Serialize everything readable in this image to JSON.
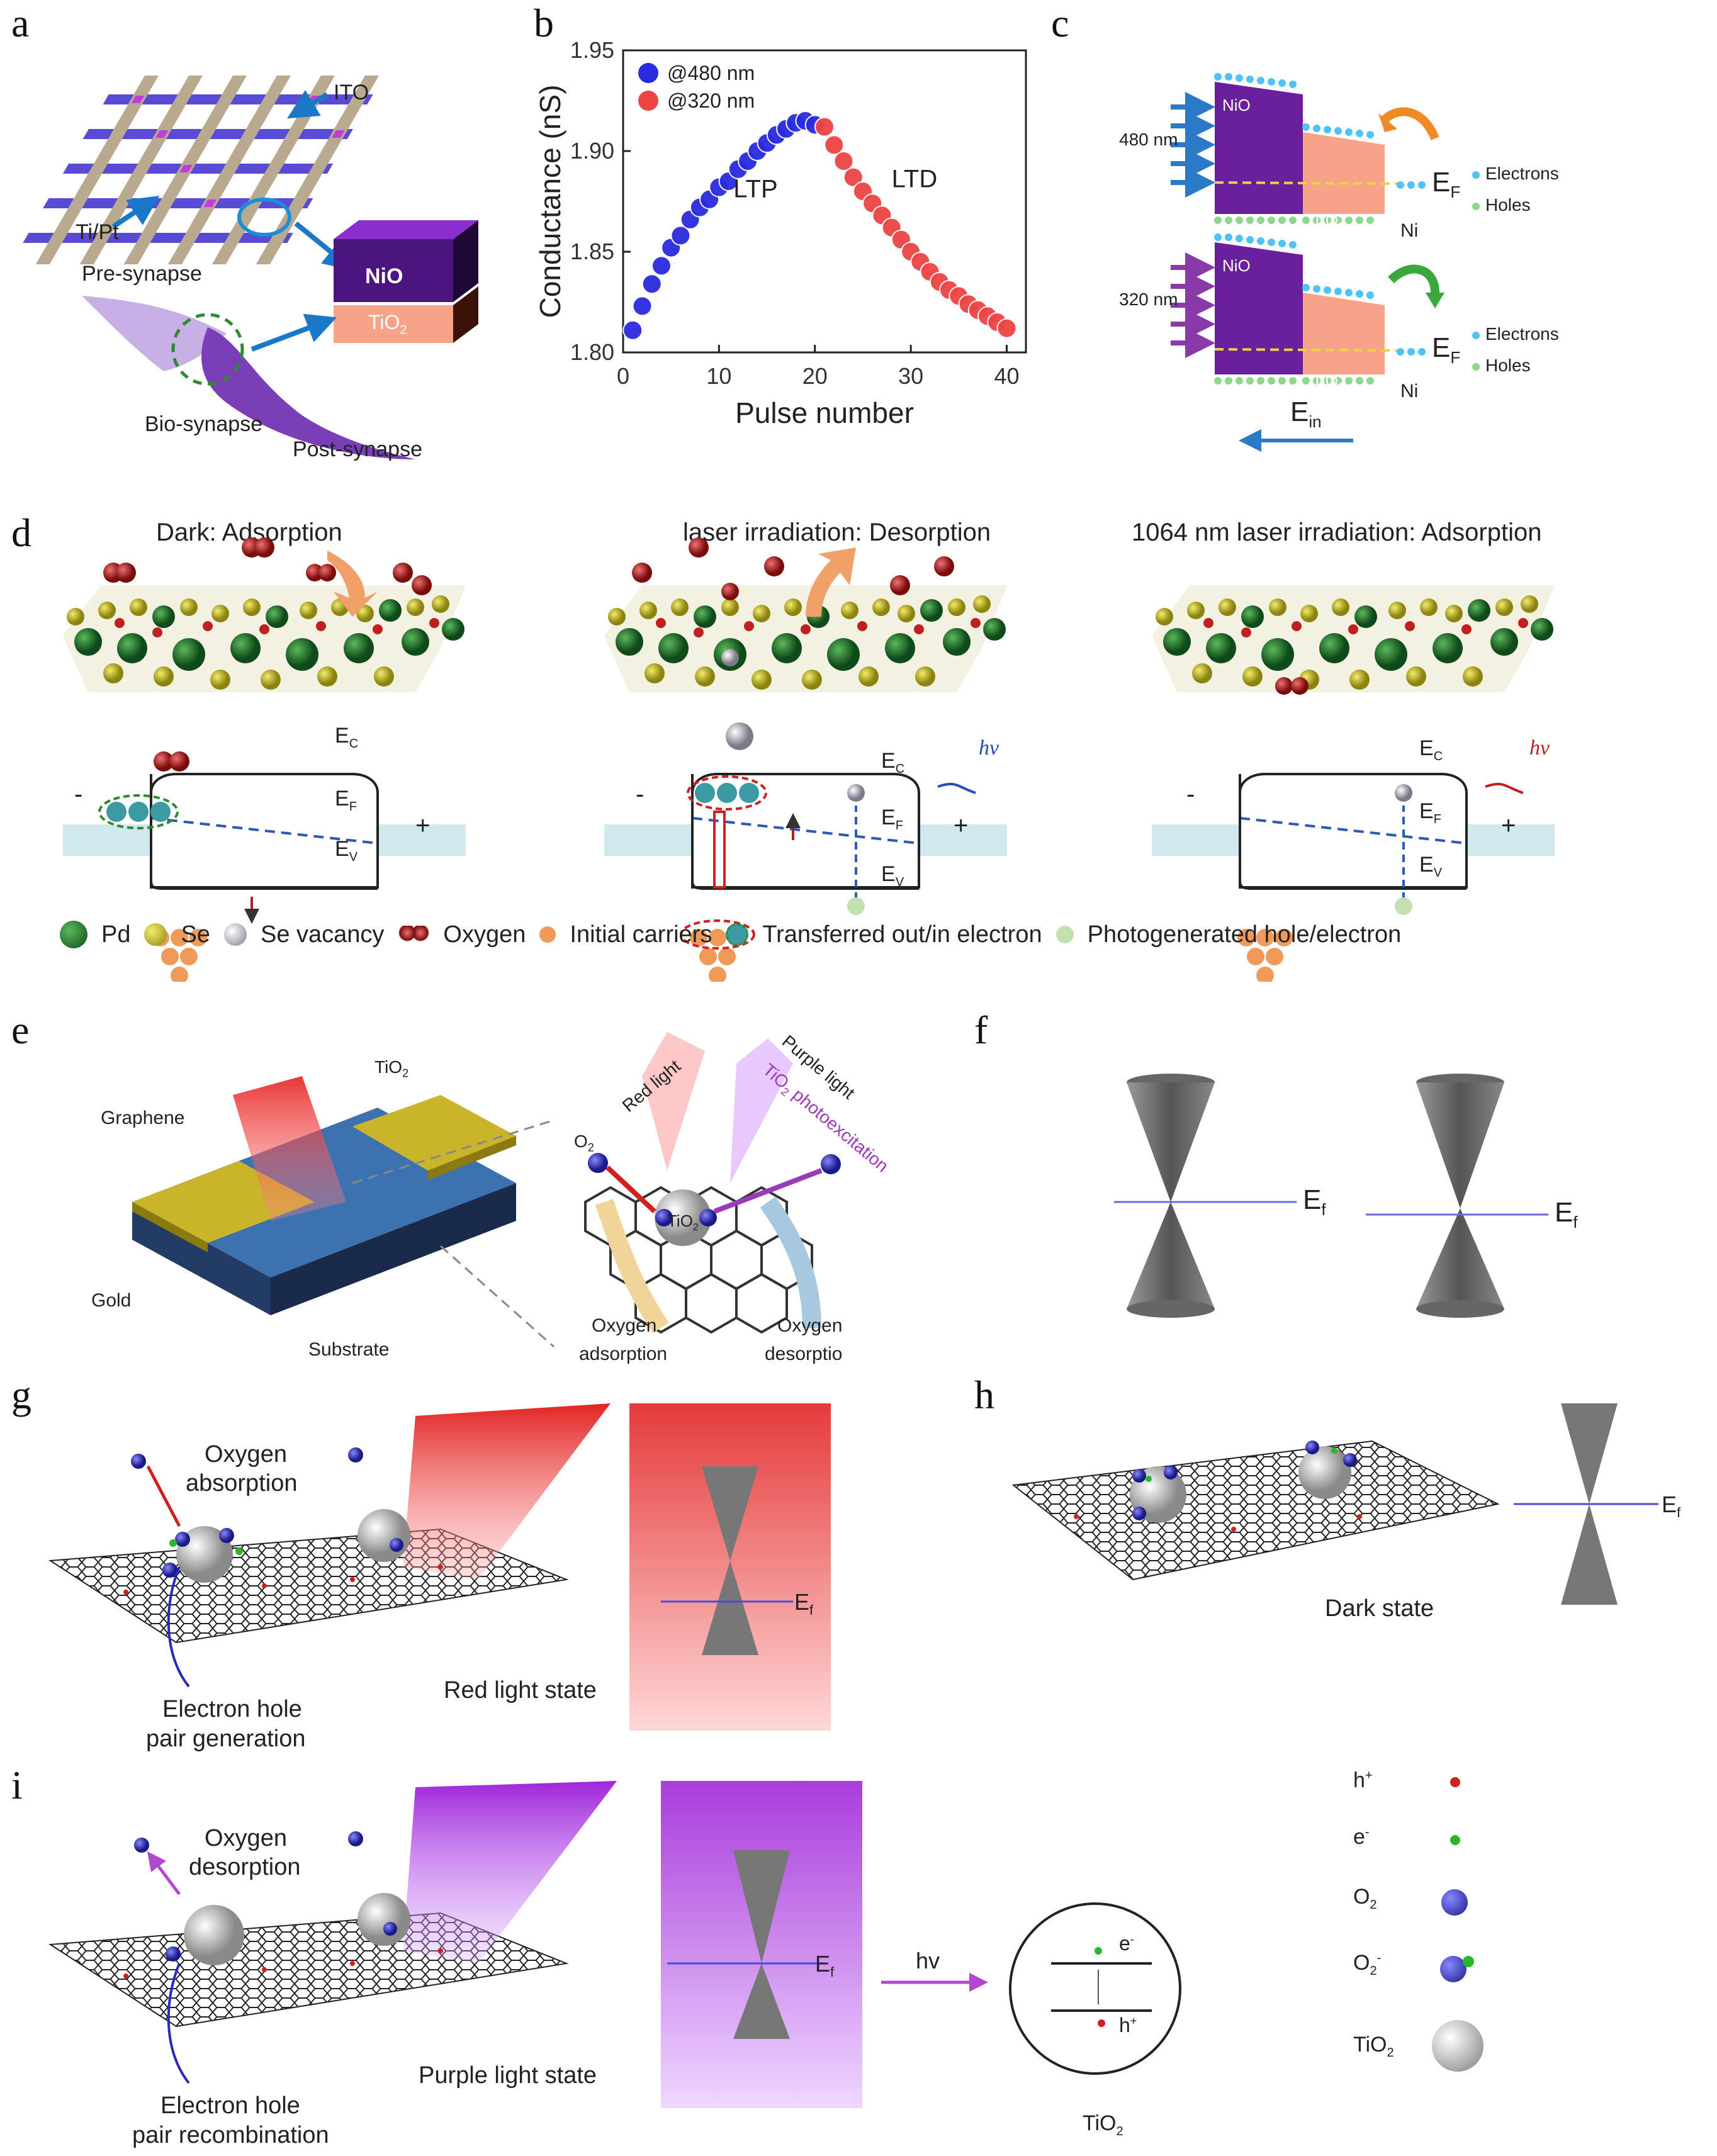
{
  "labels": {
    "a": "a",
    "b": "b",
    "c": "c",
    "d": "d",
    "e": "e",
    "f": "f",
    "g": "g",
    "h": "h",
    "i": "i"
  },
  "panel_a": {
    "ito": "ITO",
    "tipt": "Ti/Pt",
    "pre": "Pre-synapse",
    "bio": "Bio-synapse",
    "post": "Post-synapse",
    "nio": "NiO",
    "tio2": "TiO"
  },
  "panel_c": {
    "w480": "480 nm",
    "w320": "320 nm",
    "nio": "NiO",
    "tio2": "TiO",
    "ni": "Ni",
    "ef": "E",
    "efsub": "F",
    "electrons": "Electrons",
    "holes": "Holes",
    "ein": "E",
    "einsub": "in"
  },
  "panel_d": {
    "t1": "Dark: Adsorption",
    "t2": "laser irradiation: Desorption",
    "t3": "1064 nm laser irradiation: Adsorption",
    "ec": "E",
    "ef": "E",
    "ev": "E",
    "hv": "hv",
    "minus": "-",
    "plus": "+",
    "legend": [
      "Pd",
      "Se",
      "Se vacancy",
      "Oxygen",
      "Initial carriers",
      "Transferred out/in electron",
      "Photogenerated hole/electron"
    ]
  },
  "panel_e": {
    "tio2": "TiO",
    "graphene": "Graphene",
    "gold": "Gold",
    "substrate": "Substrate",
    "o2": "O",
    "red": "Red light",
    "purple": "Purple light",
    "photo": "TiO",
    "photo2": "photoexcitation",
    "ads1": "Oxygen",
    "ads2": "adsorption",
    "des1": "Oxygen",
    "des2": "desorptio"
  },
  "panel_f": {
    "ef": "E",
    "efsub": "f"
  },
  "panel_g": {
    "oxy1": "Oxygen",
    "oxy2": "absorption",
    "state": "Red light state",
    "ehp1": "Electron hole",
    "ehp2": "pair generation",
    "ef": "E",
    "efsub": "f"
  },
  "panel_h": {
    "state": "Dark state",
    "ef": "E",
    "efsub": "f"
  },
  "panel_i": {
    "oxy1": "Oxygen",
    "oxy2": "desorption",
    "state": "Purple light state",
    "ehp1": "Electron hole",
    "ehp2": "pair recombination",
    "ef": "E",
    "efsub": "f",
    "hv": "hv",
    "tio2": "TiO",
    "em": "e",
    "hp": "h"
  },
  "legend_i": {
    "hplus": "h",
    "eminus": "e",
    "o2": "O",
    "o2m": "O",
    "tio2": "TiO"
  },
  "colors": {
    "blue": "#2a2ae0",
    "red": "#ee4444",
    "purple": "#7a2aa8",
    "salmon": "#f79a7f",
    "green": "#1f6b2c",
    "yellow": "#c9c21e"
  },
  "chart_data": {
    "type": "scatter",
    "title": "",
    "xlabel": "Pulse number",
    "ylabel": "Conductance (nS)",
    "xlim": [
      0,
      42
    ],
    "ylim": [
      1.8,
      1.95
    ],
    "xticks": [
      0,
      10,
      20,
      30,
      40
    ],
    "yticks": [
      1.8,
      1.85,
      1.9,
      1.95
    ],
    "annotations": [
      "LTP",
      "LTD"
    ],
    "series": [
      {
        "name": "@480 nm",
        "color": "#2a2ae0",
        "x": [
          1,
          2,
          3,
          4,
          5,
          6,
          7,
          8,
          9,
          10,
          11,
          12,
          13,
          14,
          15,
          16,
          17,
          18,
          19,
          20
        ],
        "y": [
          1.811,
          1.823,
          1.834,
          1.843,
          1.852,
          1.858,
          1.866,
          1.872,
          1.876,
          1.882,
          1.885,
          1.891,
          1.895,
          1.9,
          1.904,
          1.908,
          1.911,
          1.914,
          1.915,
          1.913
        ]
      },
      {
        "name": "@320 nm",
        "color": "#ee4444",
        "x": [
          21,
          22,
          23,
          24,
          25,
          26,
          27,
          28,
          29,
          30,
          31,
          32,
          33,
          34,
          35,
          36,
          37,
          38,
          39,
          40
        ],
        "y": [
          1.912,
          1.903,
          1.895,
          1.887,
          1.88,
          1.874,
          1.868,
          1.862,
          1.856,
          1.85,
          1.845,
          1.84,
          1.835,
          1.831,
          1.828,
          1.824,
          1.821,
          1.818,
          1.815,
          1.812
        ]
      }
    ]
  }
}
